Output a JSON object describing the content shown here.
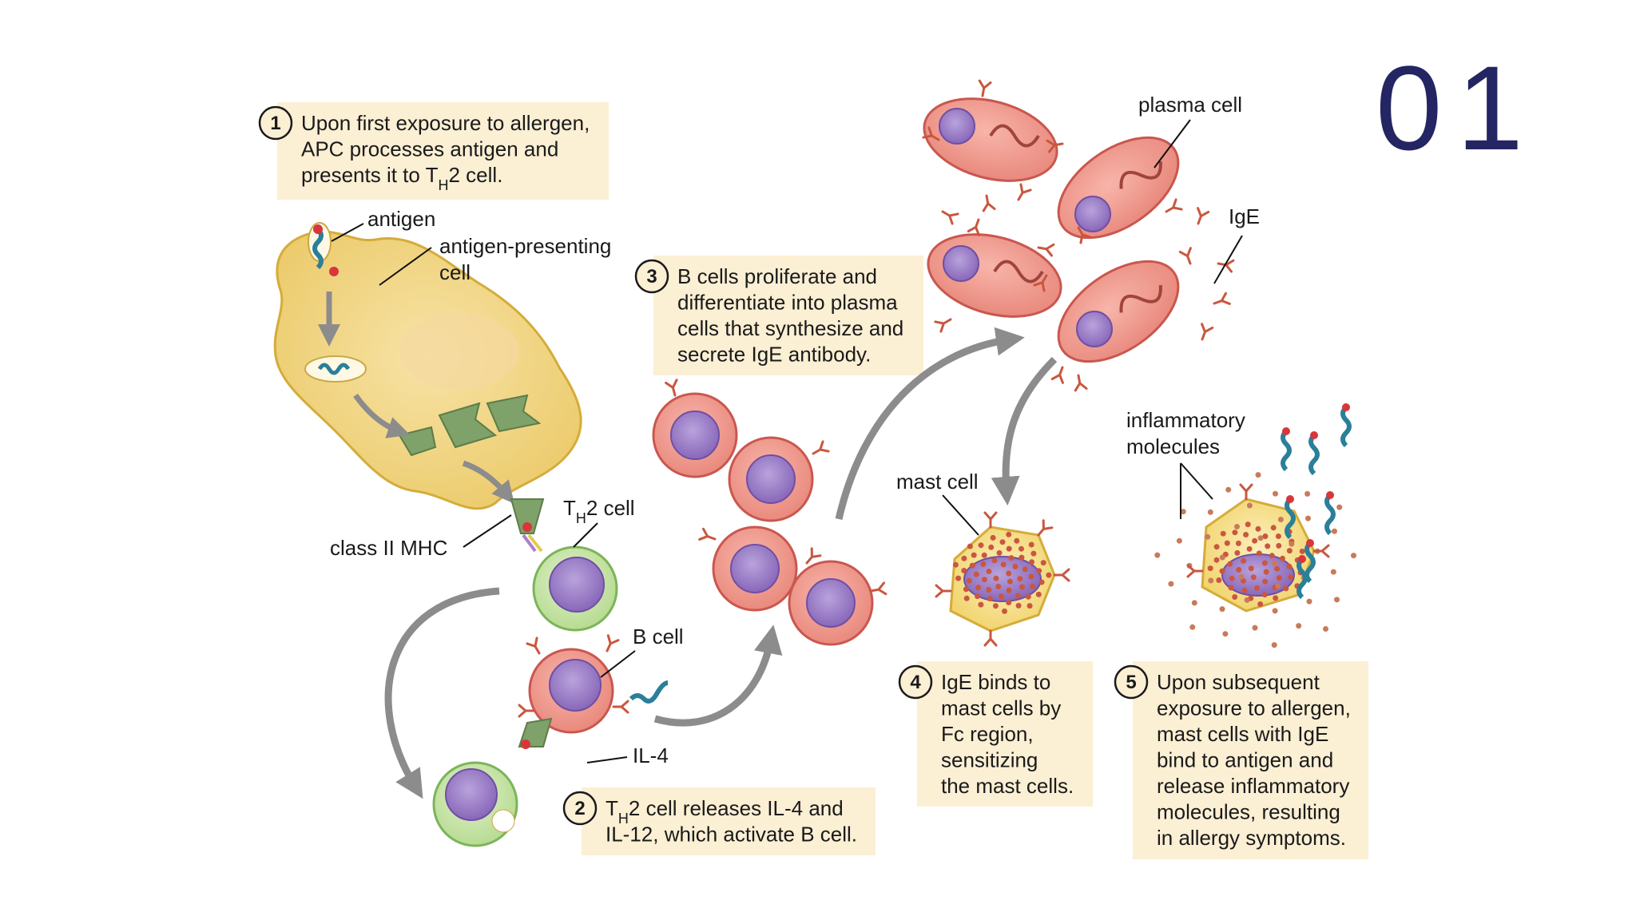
{
  "slide_number": "01",
  "steps": [
    {
      "num": "1",
      "lines": [
        "Upon first exposure to allergen,",
        "APC processes antigen and",
        "presents it to T|H|2 cell."
      ]
    },
    {
      "num": "2",
      "lines": [
        "T|H|2 cell releases IL-4 and",
        "IL-12, which activate B cell."
      ]
    },
    {
      "num": "3",
      "lines": [
        "B cells proliferate and",
        "differentiate into plasma",
        "cells that synthesize and",
        "secrete IgE antibody."
      ]
    },
    {
      "num": "4",
      "lines": [
        "IgE binds to",
        "mast cells by",
        "Fc region,",
        "sensitizing",
        "the mast cells."
      ]
    },
    {
      "num": "5",
      "lines": [
        "Upon subsequent",
        "exposure to allergen,",
        "mast cells with IgE",
        "bind to antigen and",
        "release inflammatory",
        "molecules, resulting",
        "in allergy symptoms."
      ]
    }
  ],
  "labels": {
    "antigen": "antigen",
    "apc": [
      "antigen-presenting",
      "cell"
    ],
    "class_ii_mhc": "class II MHC",
    "th2_cell": "T|H|2 cell",
    "b_cell": "B cell",
    "il4": "IL-4",
    "plasma_cell": "plasma cell",
    "ige": "IgE",
    "mast_cell": "mast cell",
    "inflammatory": [
      "inflammatory",
      "molecules"
    ]
  },
  "colors": {
    "box_fill": "#fbefd4",
    "apc_fill": "#f1d27c",
    "apc_stroke": "#d4ac3a",
    "bcell_fill": "#f09a8f",
    "bcell_stroke": "#c9574f",
    "tcell_fill": "#c4e3a2",
    "tcell_stroke": "#7cb45a",
    "nucleus": "#9a7cc4",
    "mast_fill": "#f8e08e",
    "arrow": "#8c8c8c",
    "antigen": "#2a7f9a",
    "slide_number": "#242563"
  }
}
